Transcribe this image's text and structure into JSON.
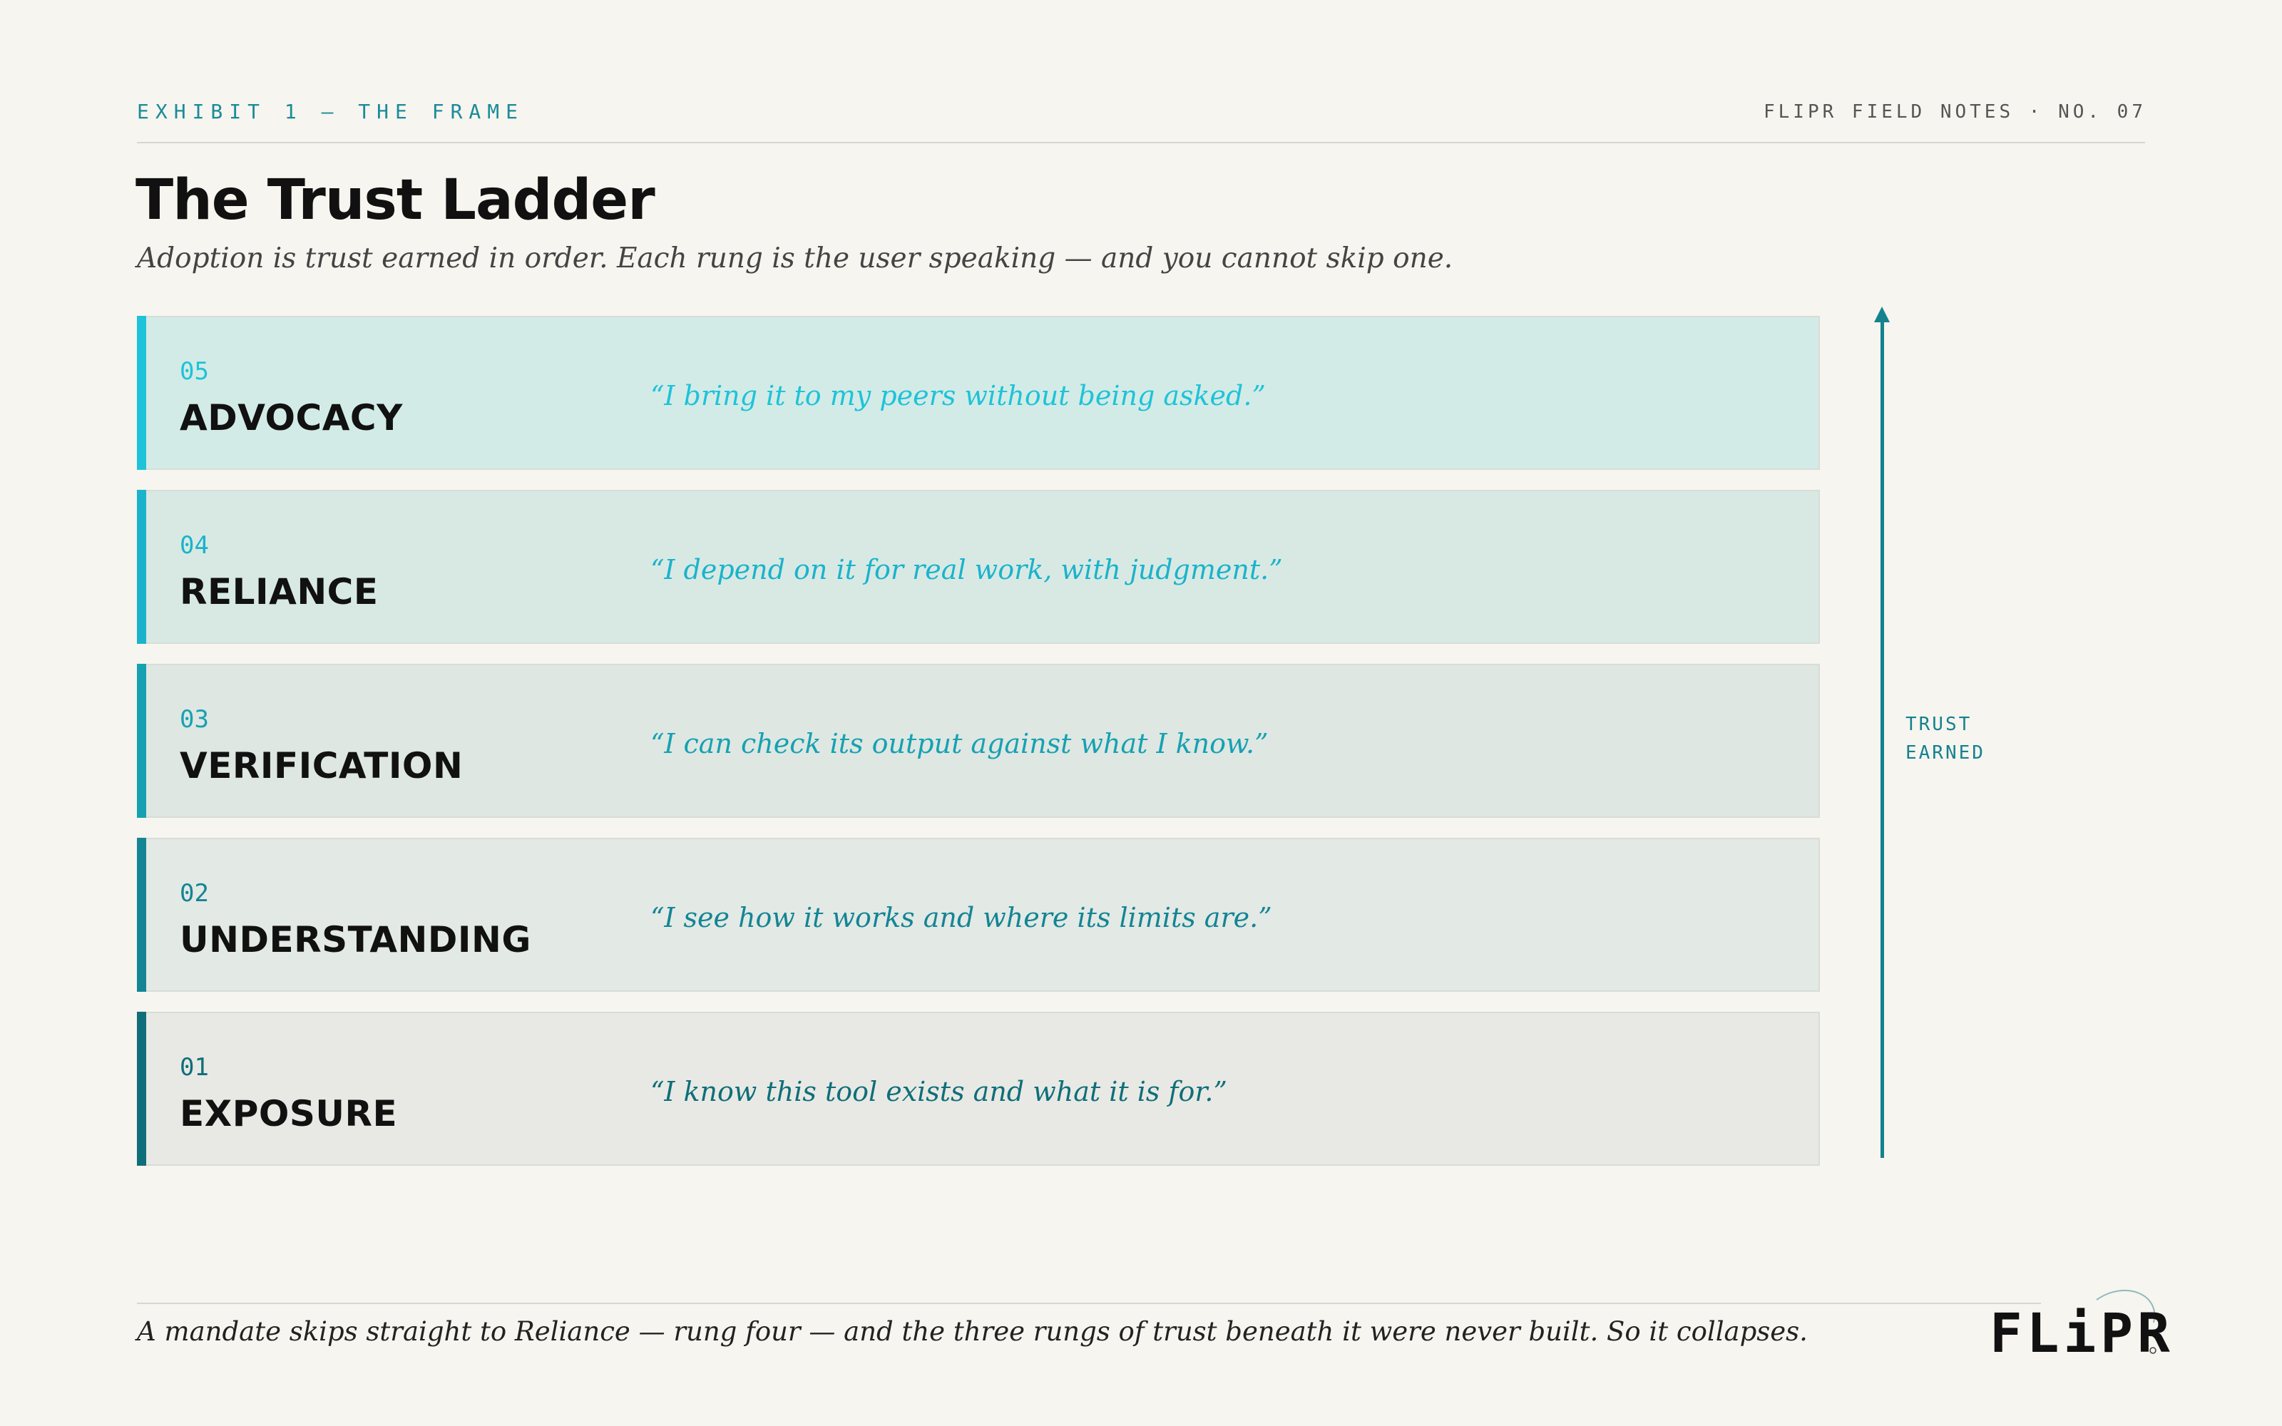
{
  "header": {
    "eyebrow": "EXHIBIT 1 — THE FRAME",
    "series": "FLIPR FIELD NOTES · NO. 07"
  },
  "title": "The Trust Ladder",
  "subtitle": "Adoption is trust earned in order. Each rung is the user speaking — and you cannot skip one.",
  "rungs": [
    {
      "number": "05",
      "name": "ADVOCACY",
      "quote": "“I bring it to my peers without being asked.”"
    },
    {
      "number": "04",
      "name": "RELIANCE",
      "quote": "“I depend on it for real work, with judgment.”"
    },
    {
      "number": "03",
      "name": "VERIFICATION",
      "quote": "“I can check its output against what I know.”"
    },
    {
      "number": "02",
      "name": "UNDERSTANDING",
      "quote": "“I see how it works and where its limits are.”"
    },
    {
      "number": "01",
      "name": "EXPOSURE",
      "quote": "“I know this tool exists and what it is for.”"
    }
  ],
  "arrow": {
    "line1": "TRUST",
    "line2": "EARNED"
  },
  "footnote": "A mandate skips straight to Reliance — rung four — and the three rungs of trust beneath it were never built. So it collapses.",
  "logo": {
    "text": "FLiPR"
  },
  "colors": {
    "background": "#f6f5ef",
    "rung5": "#1ec3d9",
    "rung4": "#1ab3cb",
    "rung3": "#16a1b2",
    "rung2": "#138594",
    "rung1": "#0f6e79",
    "arrow": "#14828f"
  }
}
